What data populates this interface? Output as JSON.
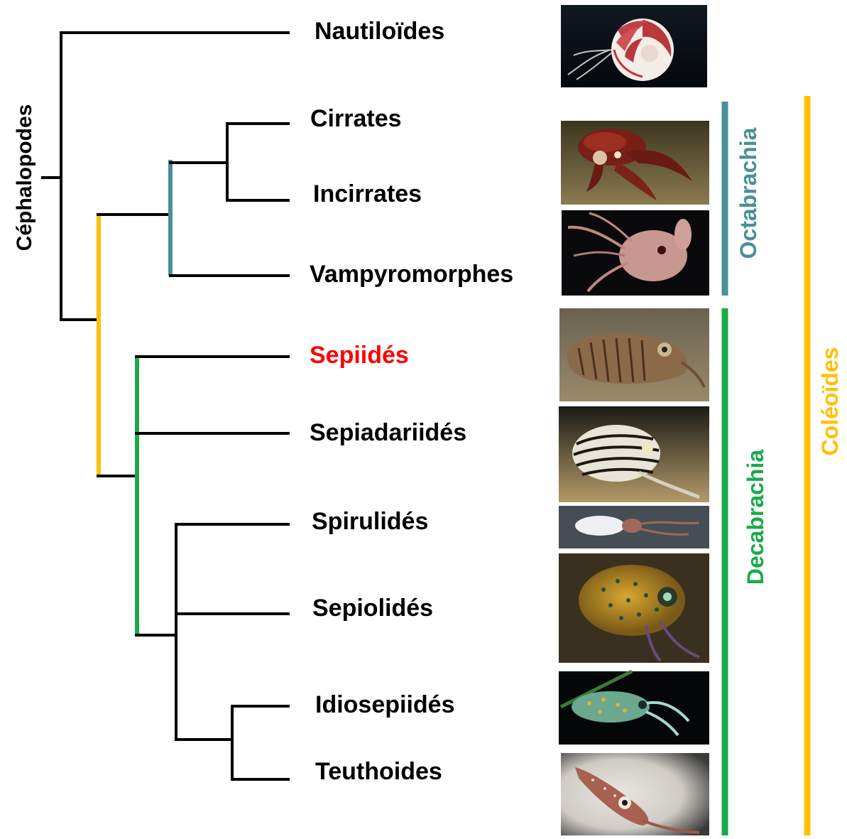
{
  "root_label": "Céphalopodes",
  "colors": {
    "black": "#000000",
    "octabrachia": "#4a9098",
    "decabrachia": "#1aaa4a",
    "coleoides": "#ffc000",
    "highlight": "#ff0000"
  },
  "taxa": [
    {
      "id": "nautiloides",
      "label": "Nautiloïdes",
      "highlight": false,
      "photo": "nautilus"
    },
    {
      "id": "cirrates",
      "label": "Cirrates",
      "highlight": false,
      "photo": "octopus"
    },
    {
      "id": "incirrates",
      "label": "Incirrates",
      "highlight": false,
      "photo": ""
    },
    {
      "id": "vampyromorphes",
      "label": "Vampyromorphes",
      "highlight": false,
      "photo": "vampire-squid"
    },
    {
      "id": "sepiides",
      "label": "Sepiidés",
      "highlight": true,
      "photo": "cuttlefish"
    },
    {
      "id": "sepiadariides",
      "label": "Sepiadariidés",
      "highlight": false,
      "photo": "striped-pyjama-squid"
    },
    {
      "id": "spirulides",
      "label": "Spirulidés",
      "highlight": false,
      "photo": "ram's-horn-squid"
    },
    {
      "id": "sepiolides",
      "label": "Sepiolidés",
      "highlight": false,
      "photo": "bobtail-squid"
    },
    {
      "id": "idiosepiides",
      "label": "Idiosepiidés",
      "highlight": false,
      "photo": "pygmy-squid"
    },
    {
      "id": "teuthoides",
      "label": "Teuthoides",
      "highlight": false,
      "photo": "squid"
    }
  ],
  "clades": {
    "octabrachia": {
      "label": "Octabrachia",
      "color": "#4a9098"
    },
    "decabrachia": {
      "label": "Decabrachia",
      "color": "#1aaa4a"
    },
    "coleoides": {
      "label": "Coléoïdes",
      "color": "#ffc000"
    }
  }
}
